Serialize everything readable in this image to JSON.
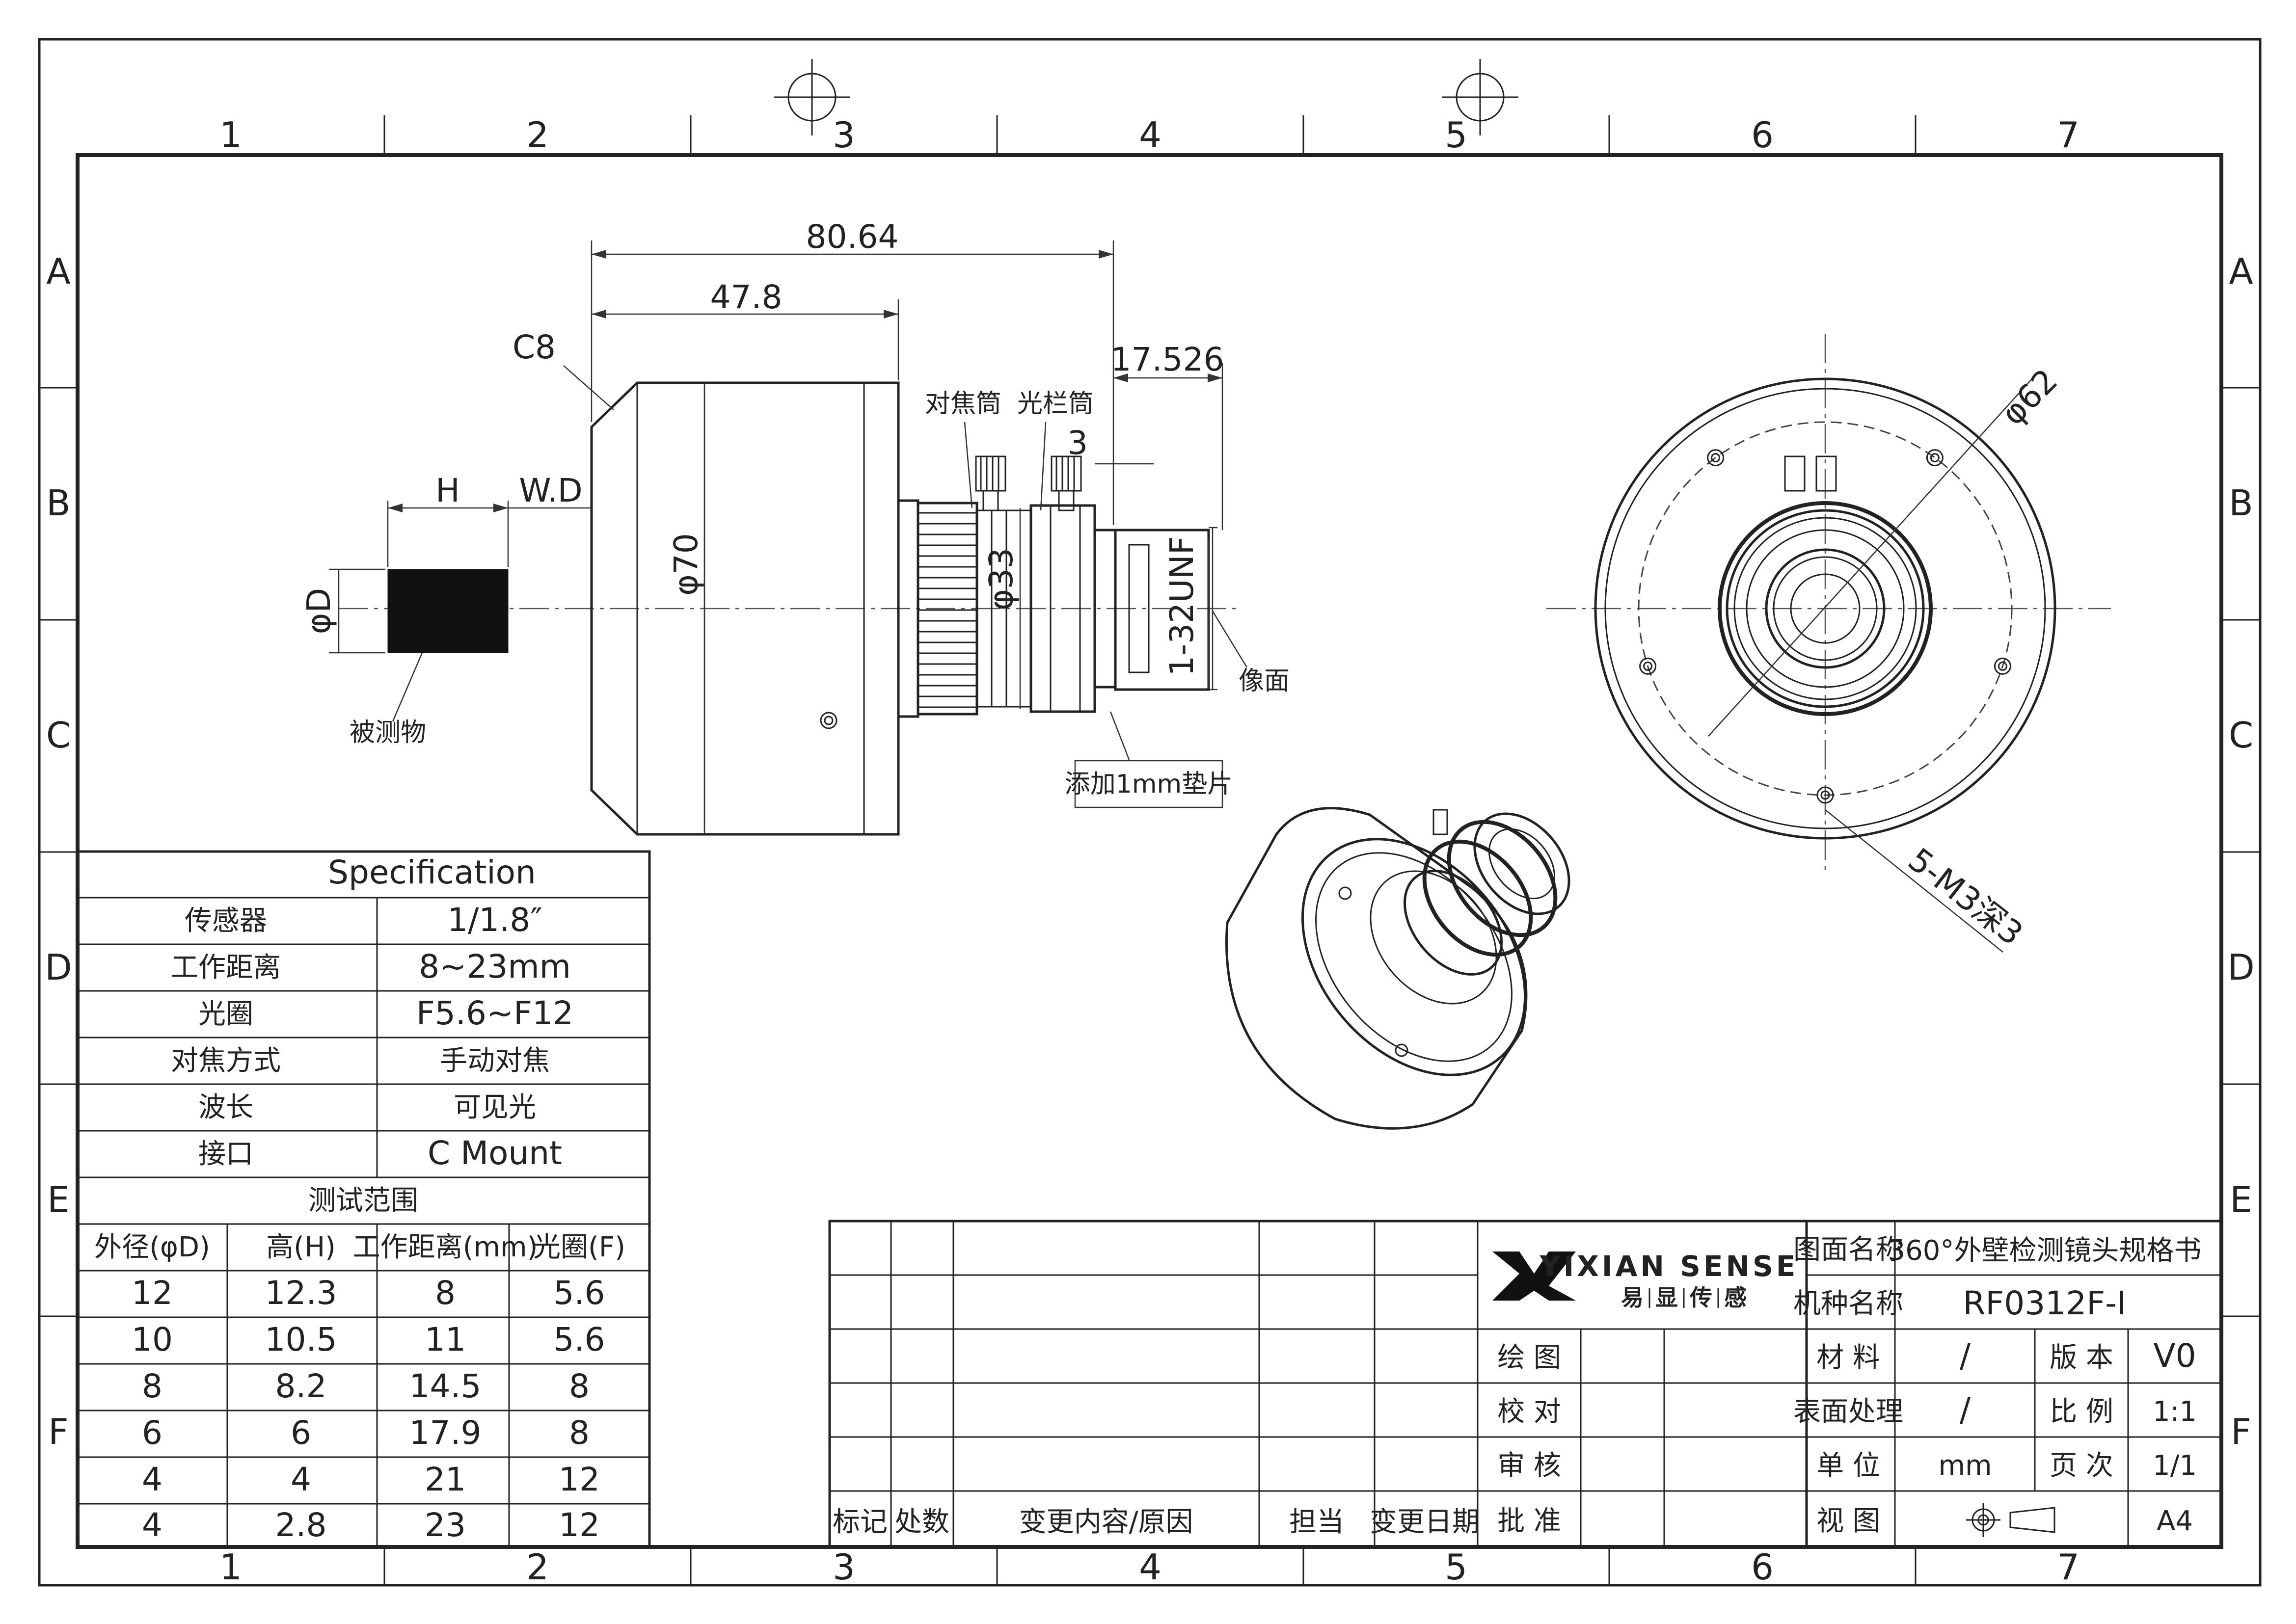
{
  "grid": {
    "columns": [
      "1",
      "2",
      "3",
      "4",
      "5",
      "6",
      "7"
    ],
    "rows": [
      "A",
      "B",
      "C",
      "D",
      "E",
      "F"
    ]
  },
  "dimensions": {
    "overall_length": "80.64",
    "body_length": "47.8",
    "chamfer": "C8",
    "back_focal": "17.526",
    "shim_gap": "3",
    "body_diameter": "φ70",
    "lens_diameter": "φ33",
    "thread": "1-32UNF",
    "height_label": "H",
    "wd_label": "W.D",
    "object_diameter": "φD",
    "front_diameter": "φ62",
    "mount_holes": "5-M3深3"
  },
  "labels": {
    "focus_tube": "对焦筒",
    "iris_tube": "光栏筒",
    "image_plane": "像面",
    "object": "被测物",
    "shim_note": "添加1mm垫片"
  },
  "spec": {
    "title": "Specification",
    "rows": [
      {
        "key": "传感器",
        "value": "1/1.8″"
      },
      {
        "key": "工作距离",
        "value": "8~23mm"
      },
      {
        "key": "光圈",
        "value": "F5.6~F12"
      },
      {
        "key": "对焦方式",
        "value": "手动对焦"
      },
      {
        "key": "波长",
        "value": "可见光"
      },
      {
        "key": "接口",
        "value": "C Mount"
      }
    ],
    "range_title": "测试范围",
    "range_headers": [
      "外径(φD)",
      "高(H)",
      "工作距离(mm)",
      "光圈(F)"
    ],
    "range_rows": [
      [
        "12",
        "12.3",
        "8",
        "5.6"
      ],
      [
        "10",
        "10.5",
        "11",
        "5.6"
      ],
      [
        "8",
        "8.2",
        "14.5",
        "8"
      ],
      [
        "6",
        "6",
        "17.9",
        "8"
      ],
      [
        "4",
        "4",
        "21",
        "12"
      ],
      [
        "4",
        "2.8",
        "23",
        "12"
      ]
    ]
  },
  "title_block": {
    "revision_headers": [
      "标记",
      "处数",
      "变更内容/原因",
      "担当",
      "变更日期"
    ],
    "company_en": "YIXIAN SENSE",
    "company_cn": [
      "易",
      "显",
      "传",
      "感"
    ],
    "sign_rows": [
      "绘 图",
      "校 对",
      "审 核",
      "批 准"
    ],
    "drawing_name_label": "图面名称",
    "drawing_name": "360°外壁检测镜头规格书",
    "model_label": "机种名称",
    "model": "RF0312F-I",
    "material_label": "材 料",
    "material": "/",
    "version_label": "版 本",
    "version": "V0",
    "surface_label": "表面处理",
    "surface": "/",
    "scale_label": "比 例",
    "scale": "1:1",
    "unit_label": "单 位",
    "unit": "mm",
    "page_label": "页 次",
    "page": "1/1",
    "view_label": "视 图",
    "paper_size": "A4"
  }
}
